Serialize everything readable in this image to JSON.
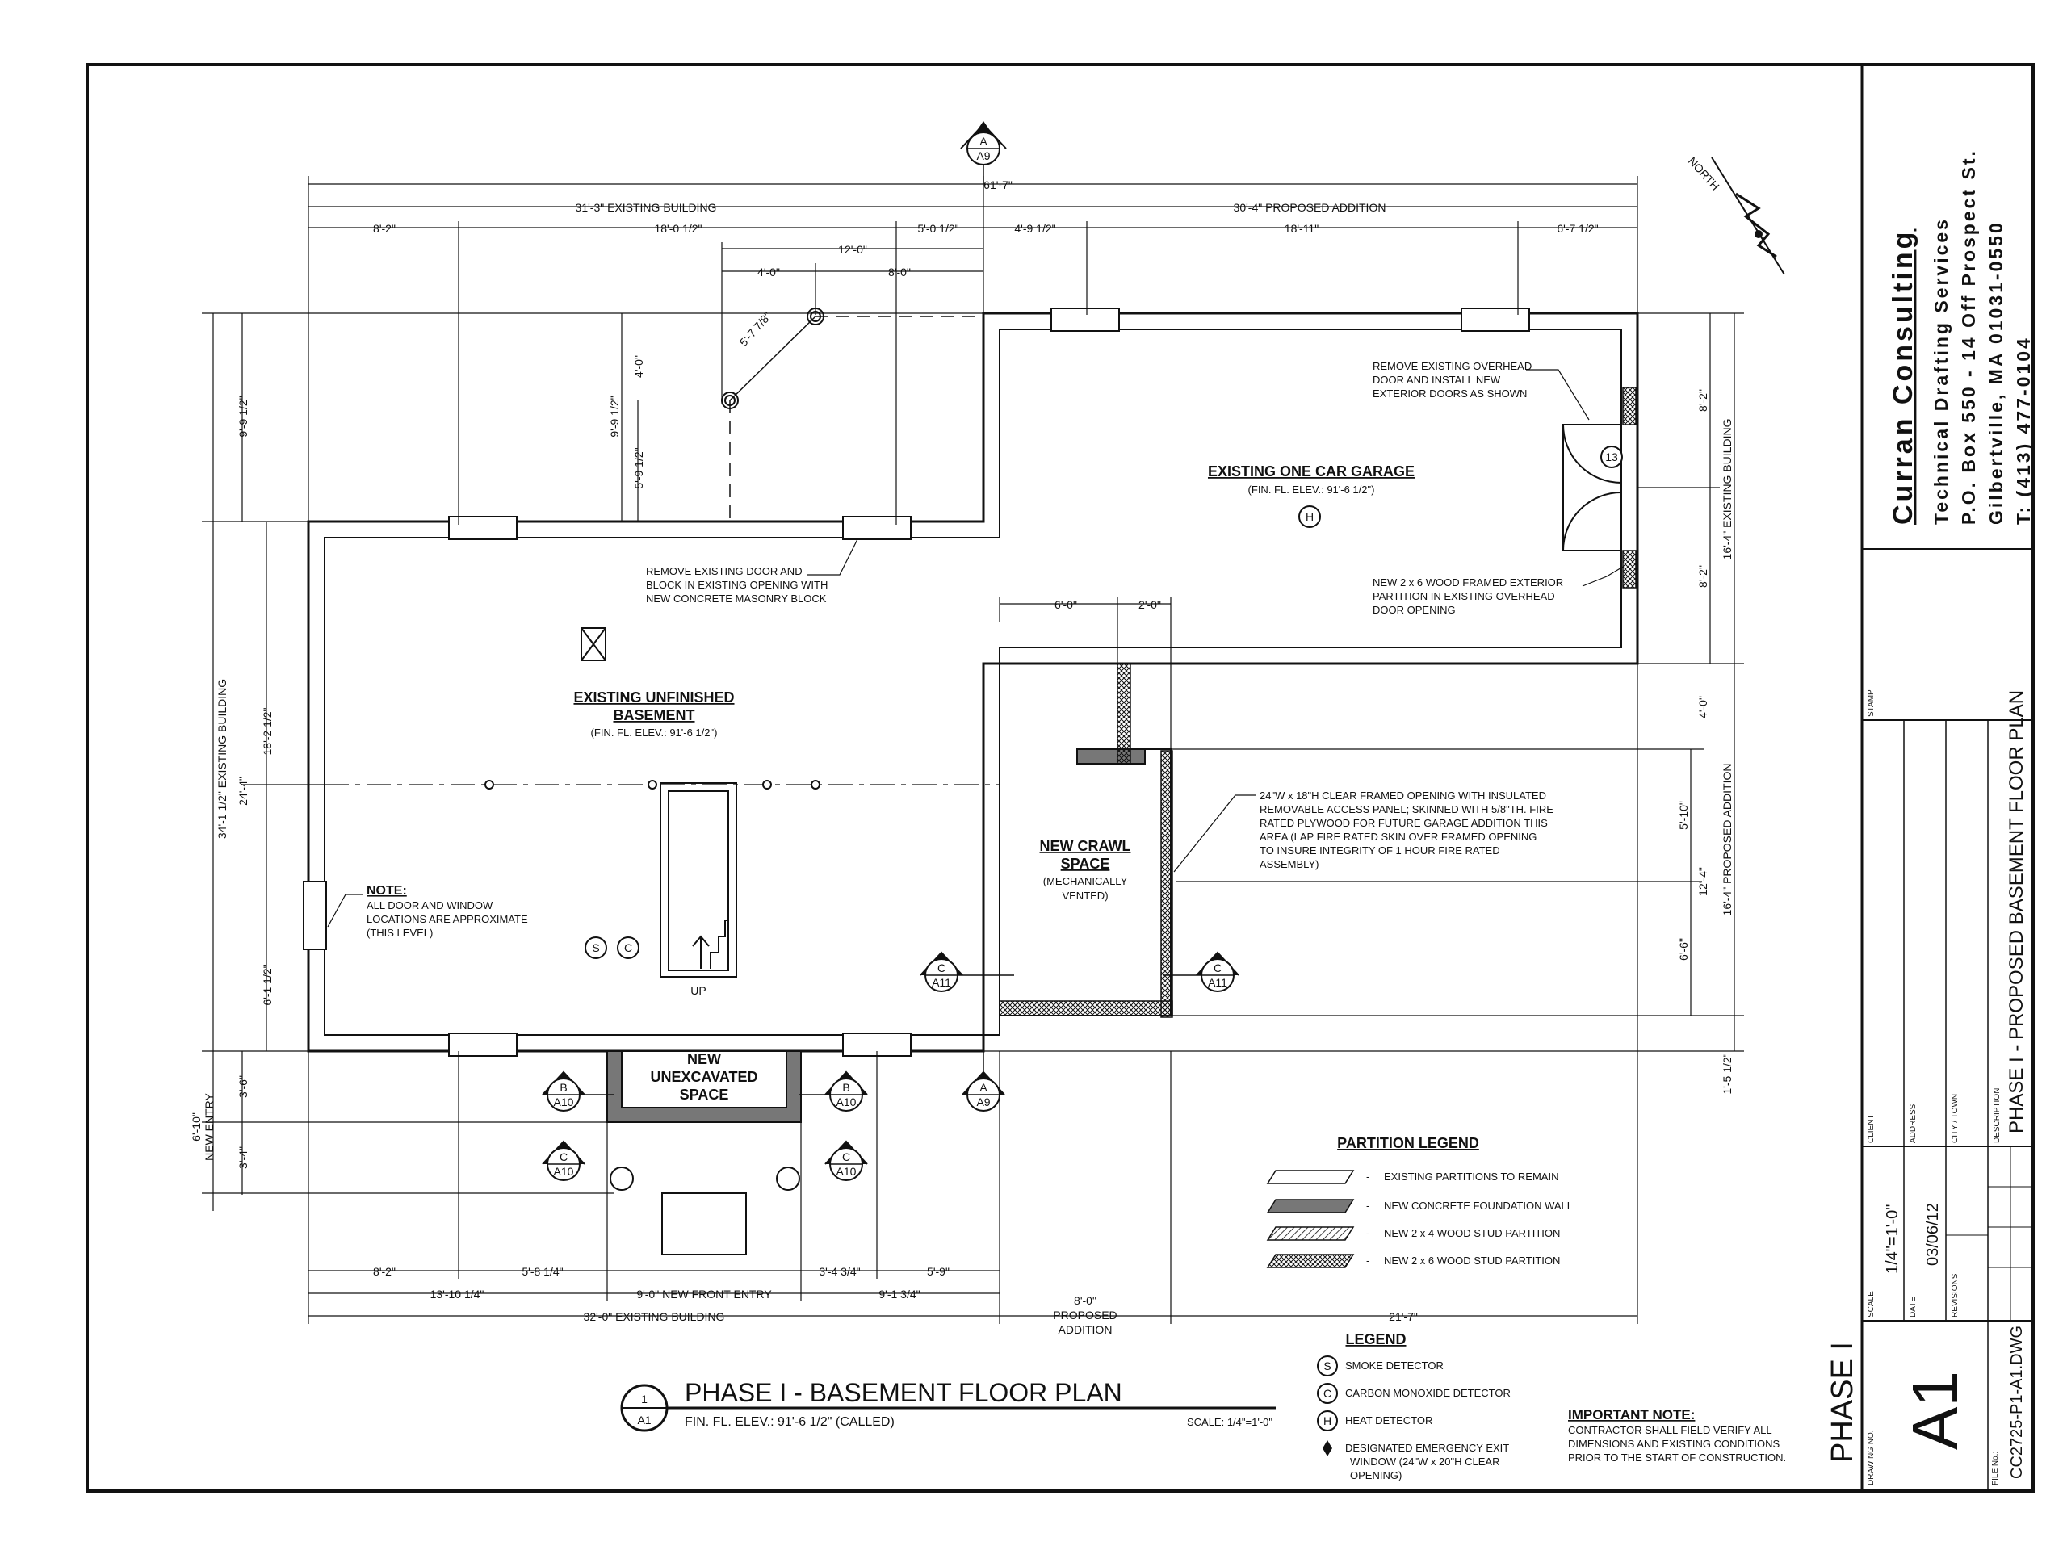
{
  "title_block": {
    "firm_name": "Curran Consulting",
    "firm_service": "Technical Drafting Services",
    "firm_address": "P.O. Box 550 - 14 Off Prospect St.",
    "firm_city": "Gilbertville, MA 01031-0550",
    "firm_phone": "T: (413) 477-0104",
    "stamp_label": "STAMP",
    "client_label": "CLIENT",
    "address_label": "ADDRESS",
    "city_label": "CITY / TOWN",
    "description_label": "DESCRIPTION",
    "description": "PHASE I - PROPOSED BASEMENT FLOOR PLAN",
    "scale_label": "SCALE",
    "scale": "1/4\"=1'-0\"",
    "date_label": "DATE",
    "date": "03/06/12",
    "revisions_label": "REVISIONS",
    "drawing_no_label": "DRAWING NO.",
    "drawing_no": "A1",
    "phase": "PHASE I",
    "file_no_label": "FILE No.:",
    "file_no": "CC2725-P1-A1.DWG"
  },
  "drawing": {
    "title": "PHASE I - BASEMENT FLOOR PLAN",
    "subtitle": "FIN. FL. ELEV.: 91'-6 1/2\" (CALLED)",
    "scale": "SCALE: 1/4\"=1'-0\"",
    "title_bubble_top": "1",
    "title_bubble_bottom": "A1",
    "north": "NORTH"
  },
  "rooms": {
    "garage_name": "EXISTING ONE CAR GARAGE",
    "garage_elev": "(FIN. FL. ELEV.: 91'-6 1/2\")",
    "basement_name_1": "EXISTING UNFINISHED",
    "basement_name_2": "BASEMENT",
    "basement_elev": "(FIN. FL. ELEV.: 91'-6 1/2\")",
    "crawl_1": "NEW CRAWL",
    "crawl_2": "SPACE",
    "crawl_3": "(MECHANICALLY",
    "crawl_4": "VENTED)",
    "unexc_1": "NEW",
    "unexc_2": "UNEXCAVATED",
    "unexc_3": "SPACE",
    "stair_up": "UP"
  },
  "notes": {
    "remove_door": [
      "REMOVE EXISTING DOOR AND",
      "BLOCK IN EXISTING OPENING WITH",
      "NEW CONCRETE MASONRY BLOCK"
    ],
    "remove_overhead": [
      "REMOVE EXISTING OVERHEAD",
      "DOOR AND INSTALL NEW",
      "EXTERIOR DOORS AS SHOWN"
    ],
    "new_partition": [
      "NEW 2 x 6 WOOD FRAMED EXTERIOR",
      "PARTITION IN EXISTING OVERHEAD",
      "DOOR OPENING"
    ],
    "access_panel": [
      "24\"W x 18\"H CLEAR FRAMED OPENING WITH INSULATED",
      "REMOVABLE ACCESS PANEL; SKINNED WITH 5/8\"TH. FIRE",
      "RATED PLYWOOD FOR FUTURE GARAGE ADDITION THIS",
      "AREA (LAP FIRE RATED SKIN OVER FRAMED OPENING",
      "TO INSURE INTEGRITY OF 1 HOUR FIRE RATED",
      "ASSEMBLY)"
    ],
    "note_title": "NOTE:",
    "note_body": [
      "ALL DOOR AND WINDOW",
      "LOCATIONS ARE APPROXIMATE",
      "(THIS LEVEL)"
    ],
    "important_title": "IMPORTANT NOTE:",
    "important_body": [
      "CONTRACTOR SHALL FIELD VERIFY ALL",
      "DIMENSIONS AND EXISTING CONDITIONS",
      "PRIOR TO THE START OF CONSTRUCTION."
    ],
    "door_tag": "13"
  },
  "partition_legend": {
    "title": "PARTITION LEGEND",
    "items": [
      "EXISTING PARTITIONS TO REMAIN",
      "NEW CONCRETE FOUNDATION WALL",
      "NEW 2 x 4 WOOD STUD PARTITION",
      "NEW 2 x 6 WOOD STUD PARTITION"
    ]
  },
  "legend": {
    "title": "LEGEND",
    "items": [
      {
        "symbol": "S",
        "text": "SMOKE DETECTOR"
      },
      {
        "symbol": "C",
        "text": "CARBON MONOXIDE DETECTOR"
      },
      {
        "symbol": "H",
        "text": "HEAT DETECTOR"
      }
    ],
    "exit_window": [
      "DESIGNATED EMERGENCY EXIT",
      "WINDOW (24\"W x 20\"H CLEAR",
      "OPENING)"
    ]
  },
  "dimensions": {
    "top_overall": "61'-7\"",
    "top_existing": "31'-3\" EXISTING BUILDING",
    "top_addition": "30'-4\" PROPOSED ADDITION",
    "top_a": "8'-2\"",
    "top_b": "18'-0 1/2\"",
    "top_c": "5'-0 1/2\"",
    "top_d": "4'-9 1/2\"",
    "top_e": "18'-11\"",
    "top_f": "6'-7 1/2\"",
    "top_g": "12'-0\"",
    "top_h": "4'-0\"",
    "top_i": "8'-0\"",
    "diag": "5'-7 7/8\"",
    "v_4_0": "4'-0\"",
    "v_5_9_half": "5'-9 1/2\"",
    "v_9_9_half_in": "9'-9 1/2\"",
    "left_9_9_half": "9'-9 1/2\"",
    "left_34": "34'-1 1/2\" EXISTING BUILDING",
    "left_24_4": "24'-4\"",
    "left_18_2": "18'-2 1/2\"",
    "left_6_1": "6'-1 1/2\"",
    "left_6_10": "6'-10\"",
    "left_new_entry": "NEW ENTRY",
    "left_3_6": "3'-6\"",
    "left_3_4": "3'-4\"",
    "right_8_2a": "8'-2\"",
    "right_16_4_exist": "16'-4\" EXISTING BUILDING",
    "right_8_2b": "8'-2\"",
    "right_4_0": "4'-0\"",
    "right_5_10": "5'-10\"",
    "right_12_4": "12'-4\"",
    "right_16_4_prop": "16'-4\" PROPOSED ADDITION",
    "right_6_6": "6'-6\"",
    "right_1_5": "1'-5 1/2\"",
    "mid_6_0": "6'-0\"",
    "mid_2_0": "2'-0\"",
    "bot_a": "8'-2\"",
    "bot_b": "5'-8 1/4\"",
    "bot_c": "3'-4 3/4\"",
    "bot_d": "5'-9\"",
    "bot_e": "13'-10 1/4\"",
    "bot_f": "9'-0\" NEW FRONT ENTRY",
    "bot_g": "9'-1 3/4\"",
    "bot_existing": "32'-0\" EXISTING BUILDING",
    "bot_prop_1": "8'-0\"",
    "bot_prop_2": "PROPOSED",
    "bot_prop_3": "ADDITION",
    "bot_right": "21'-7\""
  },
  "section_tags": [
    {
      "letter": "A",
      "sheet": "A9"
    },
    {
      "letter": "C",
      "sheet": "A11"
    },
    {
      "letter": "C",
      "sheet": "A11"
    },
    {
      "letter": "B",
      "sheet": "A10"
    },
    {
      "letter": "B",
      "sheet": "A10"
    },
    {
      "letter": "A",
      "sheet": "A9"
    },
    {
      "letter": "C",
      "sheet": "A10"
    },
    {
      "letter": "C",
      "sheet": "A10"
    }
  ],
  "devices": {
    "smoke": "S",
    "co": "C",
    "heat": "H"
  },
  "colors": {
    "line": "#111111",
    "fill_concrete": "#777777",
    "bg": "#ffffff"
  }
}
